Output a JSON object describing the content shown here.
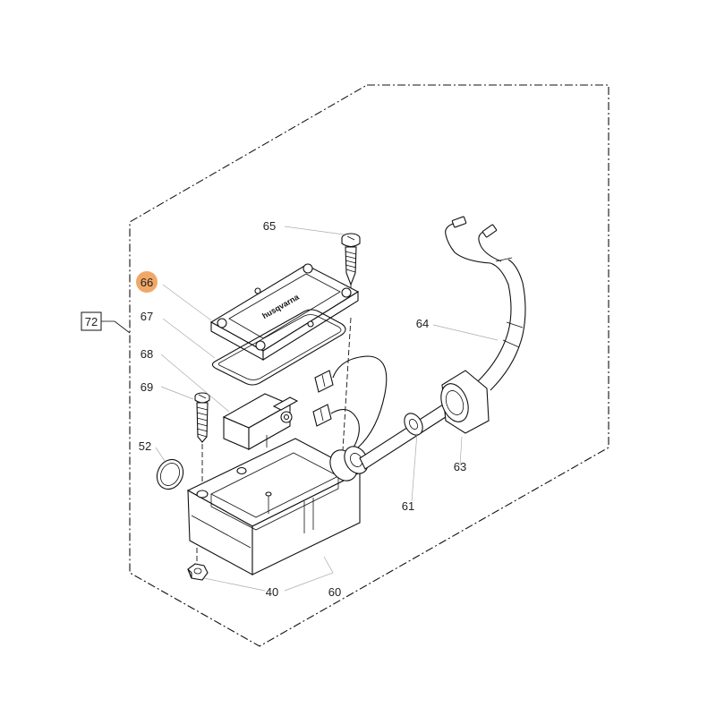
{
  "diagram": {
    "highlight_color": "#F0A868",
    "labels": {
      "p40": "40",
      "p52": "52",
      "p60": "60",
      "p61": "61",
      "p63": "63",
      "p64": "64",
      "p65": "65",
      "p66": "66",
      "p67": "67",
      "p68": "68",
      "p69": "69",
      "p72": "72"
    },
    "selected_part": "66",
    "cover_brand": "husqvarna"
  }
}
